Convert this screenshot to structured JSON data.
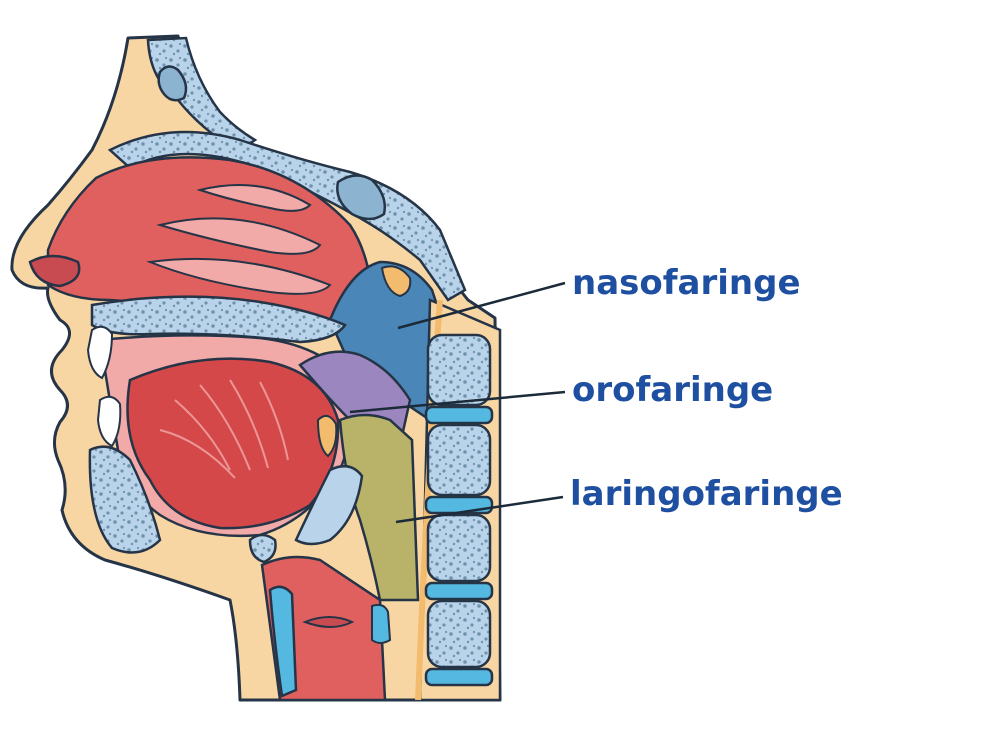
{
  "diagram": {
    "labels": {
      "nasopharynx": "nasofaringe",
      "oropharynx": "orofaringe",
      "laryngopharynx": "laringofaringe"
    },
    "colors": {
      "label_text": "#1f4fa0",
      "leader_line": "#1c2a3a",
      "outline": "#253447",
      "skin": "#f8d6a4",
      "skin_edge": "#f2bb6e",
      "bone": "#b9d4ea",
      "bone_dots": "#6f92ad",
      "cavity_red": "#e0605f",
      "cavity_pink": "#f2aaa8",
      "tongue": "#d4484a",
      "nasopharynx_region": "#4a86b8",
      "oropharynx_region": "#9c86c0",
      "laryngopharynx_region": "#b8b368",
      "vertebra_disc": "#55b8e0",
      "highlight": "#ffffff"
    }
  }
}
